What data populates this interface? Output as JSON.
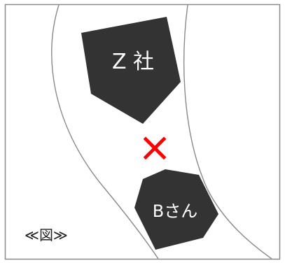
{
  "diagram": {
    "top_label": "Z 社",
    "bottom_label": "Bさん",
    "cross_symbol": "×",
    "caption": "≪図≫"
  },
  "colors": {
    "background": "#ffffff",
    "border": "#8a8a8a",
    "road_line": "#8a8a8a",
    "pentagon_fill": "#333333",
    "pentagon_label": "#ffffff",
    "cross": "#ff0000",
    "caption": "#222222"
  }
}
